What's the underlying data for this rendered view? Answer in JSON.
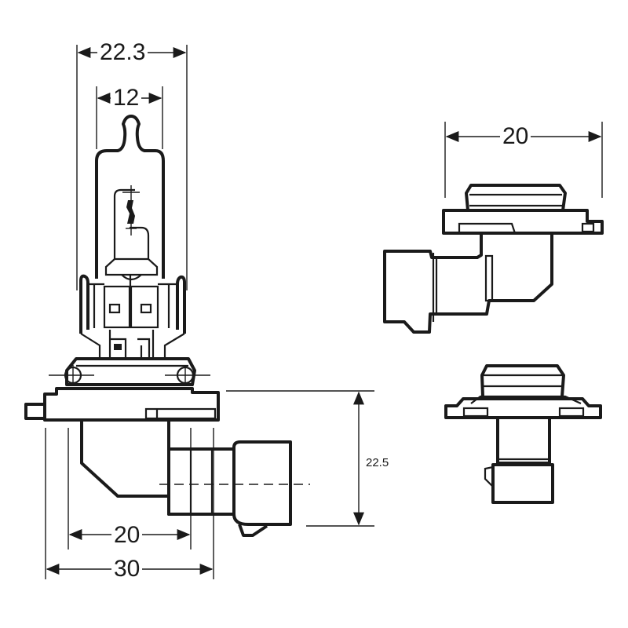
{
  "title": "HIR2 bulb dimension drawing",
  "dimensions": {
    "bulb_width": "22.3",
    "glass_width": "12",
    "side_view_width": "20",
    "base_width": "20",
    "flange_width": "30",
    "base_height": "22.5"
  },
  "colors": {
    "line": "#1a1a1a",
    "background": "#ffffff"
  }
}
